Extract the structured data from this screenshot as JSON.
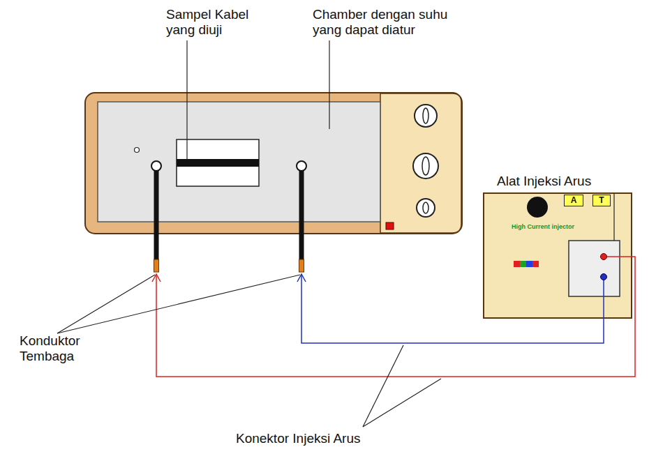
{
  "diagram": {
    "nodes": [
      {
        "text": [
          "High Current injector"
        ]
      },
      {
        "text": [
          "A"
        ],
        "in": 0
      },
      {
        "text": [
          "T"
        ],
        "in": 0
      }
    ],
    "labels": [
      "Sampel Kabel yang diuji",
      "Chamber dengan suhu yang dapat diatur",
      "Alat Injeksi Arus",
      "Konduktor Tembaga",
      "Konektor Injeksi Arus"
    ]
  }
}
